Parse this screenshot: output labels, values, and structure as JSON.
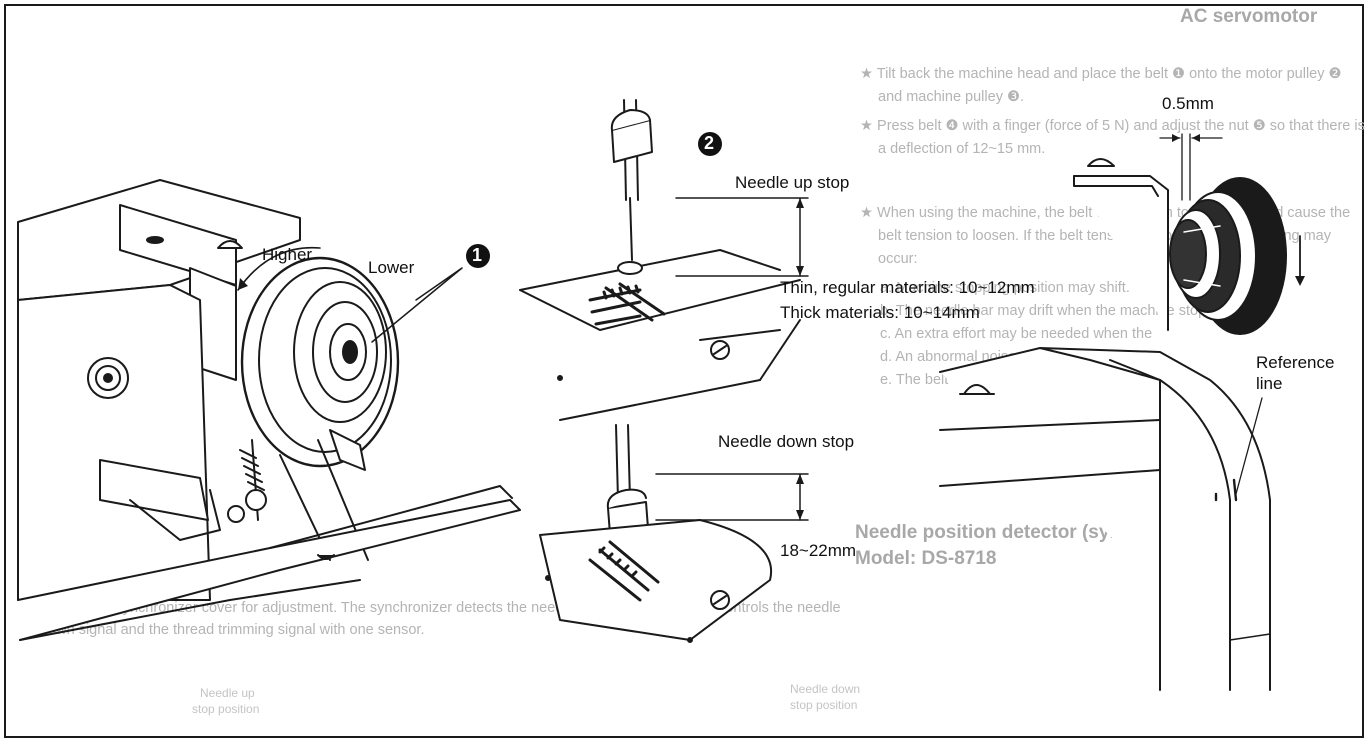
{
  "callouts": {
    "number_one": "1",
    "number_two": "2"
  },
  "labels": {
    "higher": "Higher",
    "lower": "Lower",
    "needle_up_stop": "Needle up stop",
    "needle_down_stop": "Needle down stop",
    "thin_materials": "Thin, regular materials: 10~12mm",
    "thick_materials": "Thick materials: 10~14mm",
    "gap_18_22": "18~22mm",
    "gap_0_5": "0.5mm",
    "reference_line_1": "Reference",
    "reference_line_2": "line"
  },
  "bleed_through": {
    "heading_ac": "AC servomotor",
    "line_1": "★  Tilt back the machine head and place the belt ❶ onto the motor pulley ❷",
    "line_2": "and machine pulley ❸.",
    "line_3": "★  Press belt ❹ with a finger (force of 5 N) and adjust the nut ❺ so that there is",
    "line_4": "a deflection of 12~15 mm.",
    "line_5": "★  When using the machine, the belt will conform to the pulley and cause the",
    "line_6": "belt tension to loosen. If the belt tension is too loose, the following may",
    "line_7": "occur:",
    "line_8": "a. Machine stopping position may shift.",
    "line_9": "b. The needle bar may drift when the machine stops.",
    "line_10": "c. An extra effort may be needed when the",
    "line_11": "d. An abnormal noise may be head due to",
    "line_12": "e. The belt may impact too loose and the belt",
    "heading_needle_1": "Needle position detector (synchronizer)",
    "heading_needle_2": "Model: DS-8718",
    "line_13": "★  Take off the synchronizer cover for adjustment. The synchronizer detects the needle with two sensors and controls the needle",
    "line_14": "down signal and the thread trimming signal with one sensor.",
    "small_1": "Needle down",
    "small_2": "stop position",
    "small_3": "Needle up",
    "small_4": "stop position"
  },
  "colors": {
    "ink": "#111111",
    "ghost": "#b4b4b4",
    "frame": "#1a1a1a"
  }
}
